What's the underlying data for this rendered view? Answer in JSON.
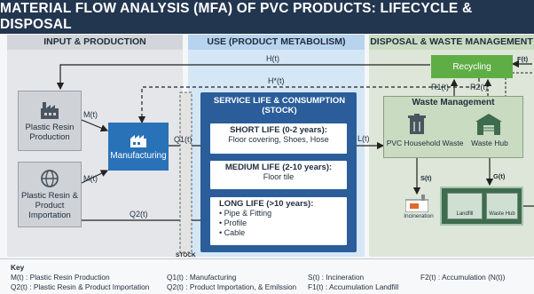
{
  "title": "MATERIAL FLOW ANALYSIS (MFA) OF PVC PRODUCTS: LIFECYCLE & DISPOSAL",
  "sections": {
    "input": "INPUT & PRODUCTION",
    "use": "USE (PRODUCT METABOLISM)",
    "disposal": "DISPOSAL & WASTE MANAGEMENT"
  },
  "nodes": {
    "resin_production": "Plastic Resin Production",
    "resin_importation": "Plastic Resin & Product Importation",
    "manufacturing": "Manufacturing",
    "service_life": "SERVICE LIFE & CONSUMPTION (STOCK)",
    "stock": "STOCK",
    "recycling": "Recycling",
    "waste_management": "Waste Management",
    "pvc_household_waste": "PVC Household Waste",
    "waste_hub": "Waste Hub",
    "incineration": "Incineration",
    "landfill": "Landfill",
    "landfill_waste_hub": "Waste Hub"
  },
  "life_stages": {
    "short": {
      "heading": "SHORT LIFE (0-2 years):",
      "text": "Floor covering, Shoes, Hose"
    },
    "medium": {
      "heading": "MEDIUM LIFE (2-10 years):",
      "text": "Floor tile"
    },
    "long": {
      "heading": "LONG LIFE (>10 years):",
      "items": [
        "Pipe & Fitting",
        "Profile",
        "Cable"
      ]
    }
  },
  "flows": {
    "h": "H(t)",
    "h_star": "H*(t)",
    "m1": "M(t)",
    "m2": "M(t)",
    "q1": "Q1(t)",
    "q2": "Q2(t)",
    "l": "L(t)",
    "r1": "R1(t)",
    "r2": "R2(t)",
    "f": "F(t)",
    "s": "S(t)",
    "g": "G(t)"
  },
  "key": {
    "title": "Key",
    "entries": [
      "M(t) : Plastic Resin Production",
      "Q1(t) : Manufacturing",
      "S(t) : Incineration",
      "F2(t) : Accumulation (N(t))",
      "Q2(t) : Plastic Resin & Product Importation",
      "Q2(t) : Product Importation, & Emilssion",
      "F1(t) : Accumulation Landfill"
    ]
  },
  "colors": {
    "title_bg": "#23364f",
    "manufacturing": "#2a72b8",
    "service_bg": "#2a5d9a",
    "recycling": "#5fae45",
    "landfill": "#3f6b4f",
    "input_panel": "#e4e6e9",
    "use_panel": "#d5e6f5",
    "disposal_panel": "#dce8d6"
  },
  "icons": {
    "factory": "factory-icon",
    "globe": "globe-icon",
    "manufacturing": "factory-gear-icon",
    "recycling": "recycle-icon",
    "trash": "trash-bin-icon",
    "warehouse": "warehouse-icon",
    "incinerator": "incinerator-icon"
  }
}
